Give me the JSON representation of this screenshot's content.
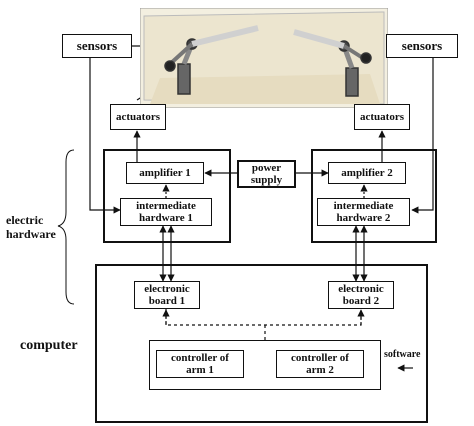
{
  "photo": {
    "description_icon": "robot-arms-photo-icon"
  },
  "blocks": {
    "sensors_left": "sensors",
    "sensors_right": "sensors",
    "actuators_left": "actuators",
    "actuators_right": "actuators",
    "amplifier_1": "amplifier 1",
    "amplifier_2": "amplifier  2",
    "power_supply": "power\nsupply",
    "intermediate_1": "intermediate\nhardware 1",
    "intermediate_2": "intermediate\nhardware 2",
    "electronic_board_1": "electronic\nboard 1",
    "electronic_board_2": "electronic\nboard 2",
    "controller_1": "controller of\narm 1",
    "controller_2": "controller of\narm 2"
  },
  "labels": {
    "electric_hardware": "electric\nhardware",
    "computer": "computer",
    "software": "software"
  },
  "colors": {
    "line": "#111111",
    "photo_bg": "#f3efe0",
    "photo_floor": "#e6dcc0",
    "arm": "#d9d9d9"
  }
}
